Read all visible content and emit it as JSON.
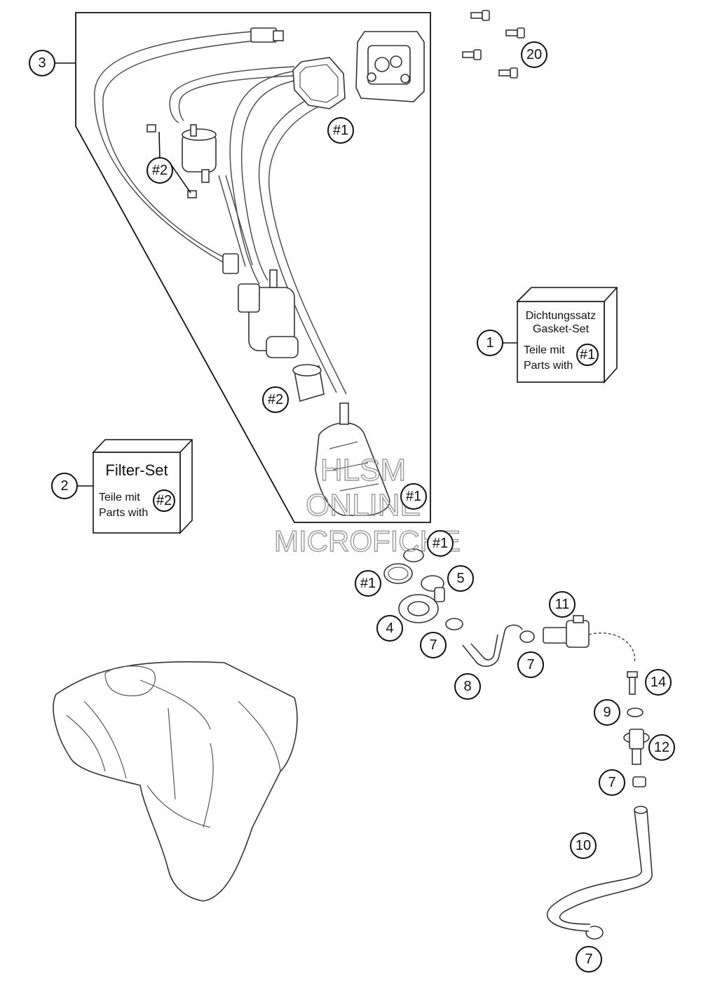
{
  "callouts": {
    "c1": "1",
    "c2": "2",
    "c3": "3",
    "c4": "4",
    "c5": "5",
    "c7a": "7",
    "c7b": "7",
    "c7c": "7",
    "c7d": "7",
    "c8": "8",
    "c9": "9",
    "c10": "10",
    "c11": "11",
    "c12": "12",
    "c14": "14",
    "c20": "20",
    "h1a": "#1",
    "h1b": "#1",
    "h1c": "#1",
    "h1d": "#1",
    "h2a": "#2",
    "h2b": "#2"
  },
  "gasket_box": {
    "line1": "Dichtungssatz",
    "line2": "Gasket-Set",
    "line3": "Teile mit",
    "line4": "Parts with",
    "ref": "#1"
  },
  "filter_box": {
    "title": "Filter-Set",
    "line1": "Teile mit",
    "line2": "Parts with",
    "ref": "#2"
  },
  "watermark": {
    "line1": "HLSM",
    "line2": "ONLINE",
    "line3": "MICROFICHE"
  }
}
